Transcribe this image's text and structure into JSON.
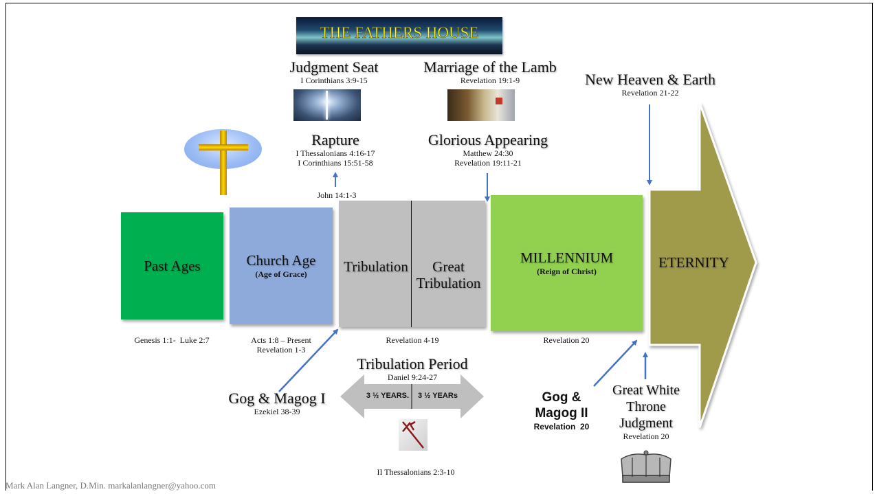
{
  "banner": {
    "text": "THE FATHERS HOUSE"
  },
  "judgment_seat": {
    "title": "Judgment Seat",
    "ref": "I Corinthians 3:9-15"
  },
  "marriage": {
    "title": "Marriage of the Lamb",
    "ref": "Revelation 19:1-9"
  },
  "new_heaven": {
    "title": "New Heaven & Earth",
    "ref": "Revelation 21-22"
  },
  "rapture": {
    "title": "Rapture",
    "ref1": "I Thessalonians 4:16-17",
    "ref2": "I Corinthians 15:51-58",
    "john": "John 14:1-3"
  },
  "glorious": {
    "title": "Glorious Appearing",
    "ref1": "Matthew 24:30",
    "ref2": "Revelation 19:11-21"
  },
  "ages": {
    "past": {
      "title": "Past Ages",
      "ref": "Genesis 1:1-  Luke 2:7"
    },
    "church": {
      "title": "Church Age",
      "sub": "(Age of Grace)",
      "ref1": "Acts 1:8 – Present",
      "ref2": "Revelation 1-3"
    },
    "tribulation": {
      "left": "Tribulation",
      "right1": "Great",
      "right2": "Tribulation",
      "ref": "Revelation 4-19"
    },
    "millennium": {
      "title": "MILLENNIUM",
      "sub": "(Reign of Christ)",
      "ref": "Revelation 20"
    },
    "eternity": {
      "title": "ETERNITY"
    }
  },
  "trib_period": {
    "title": "Tribulation Period",
    "ref": "Daniel 9:24-27",
    "left": "3 ½ YEARS.",
    "right": "3 ½ YEARs",
    "antichrist_ref": "II Thessalonians 2:3-10"
  },
  "gog1": {
    "title": "Gog & Magog I",
    "ref": "Ezekiel 38-39"
  },
  "gog2": {
    "line1": "Gog &",
    "line2": "Magog II",
    "ref": "Revelation  20"
  },
  "white_throne": {
    "line1": "Great White",
    "line2": "Throne",
    "line3": "Judgment",
    "ref": "Revelation 20"
  },
  "footer": {
    "credit": "Mark Alan Langner, D.Min. markalanlangner@yahoo.com"
  },
  "colors": {
    "past": "#00b050",
    "church": "#8eaadb",
    "tribulation": "#bfbfbf",
    "millennium": "#92d050",
    "eternity": "#a09a4c",
    "arrow": "#4472c4"
  }
}
